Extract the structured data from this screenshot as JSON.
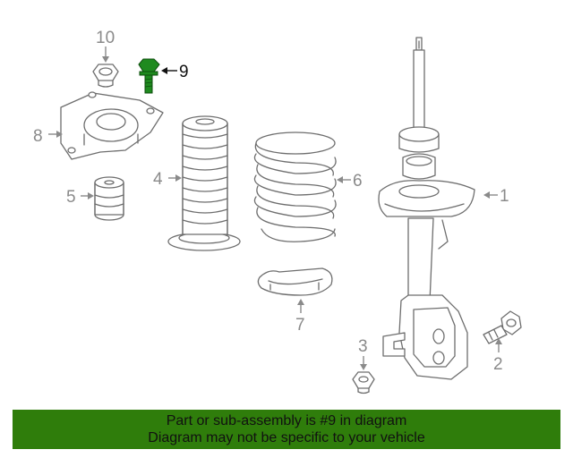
{
  "callouts": {
    "c1": "1",
    "c2": "2",
    "c3": "3",
    "c4": "4",
    "c5": "5",
    "c6": "6",
    "c7": "7",
    "c8": "8",
    "c9": "9",
    "c10": "10"
  },
  "highlight_part": "9",
  "colors": {
    "highlight_part": "#1f8a1f",
    "banner": "#2f7d0b",
    "line_art": "#6e6e6e",
    "callout_text": "#8a8a8a"
  },
  "banner": {
    "line1": "Part or sub-assembly is #9 in diagram",
    "line2": "Diagram may not be specific to your vehicle"
  }
}
